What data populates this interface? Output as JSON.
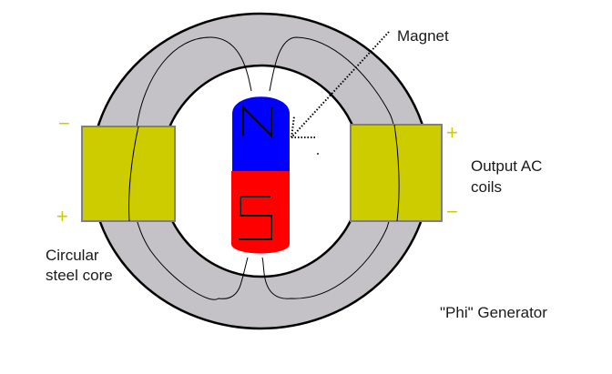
{
  "title": "\"Phi\" Generator",
  "labels": {
    "magnet": "Magnet",
    "core_line1": "Circular",
    "core_line2": "steel core",
    "coils_line1": "Output AC",
    "coils_line2": "coils",
    "diagram_title": "\"Phi\" Generator"
  },
  "magnet": {
    "north_pole": "N",
    "south_pole": "S",
    "north_color": "#0000ff",
    "south_color": "#ff0000"
  },
  "coils": {
    "left": {
      "top_sign": "−",
      "bottom_sign": "+"
    },
    "right": {
      "top_sign": "+",
      "bottom_sign": "−"
    },
    "color": "#cccc00",
    "border_color": "#808080"
  },
  "core": {
    "fill_color": "#c4c2c6",
    "stroke_color": "#000000"
  },
  "sign_color": "#cccc00"
}
